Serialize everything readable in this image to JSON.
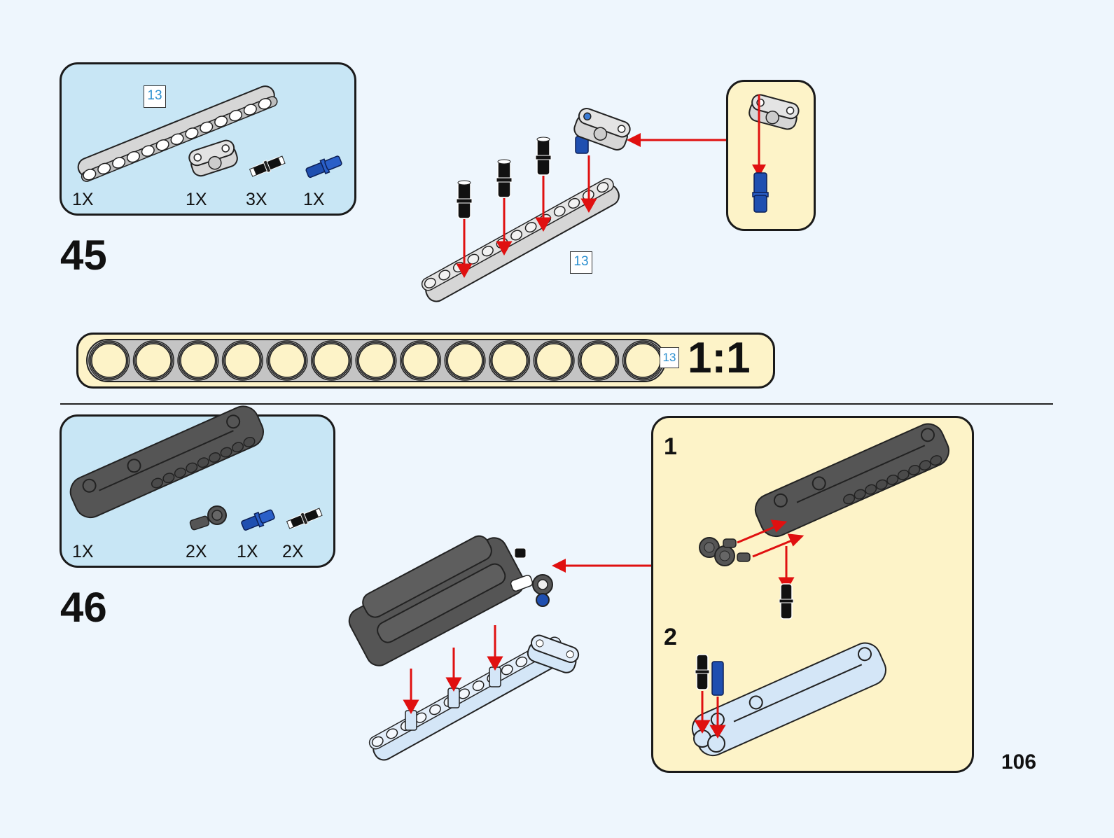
{
  "page": {
    "number": "106",
    "background": "#eef6fd"
  },
  "colors": {
    "parts_box": "#c8e6f5",
    "callout": "#fdf3c8",
    "arrow": "#e01010",
    "light_gray_part": "#d9d9d9",
    "dark_gray_part": "#555555",
    "blue_part": "#1f4fb0",
    "highlight_part": "#d4e6f7",
    "length_tag_text": "#2a8fd0"
  },
  "step45": {
    "number": "45",
    "parts": [
      {
        "name": "beam-13",
        "length_tag": "13",
        "qty": "1X"
      },
      {
        "name": "cross-block-3",
        "qty": "1X"
      },
      {
        "name": "friction-pin-black",
        "qty": "3X"
      },
      {
        "name": "axle-pin-blue",
        "qty": "1X"
      }
    ],
    "assembly_length_tag": "13"
  },
  "ruler": {
    "holes": 13,
    "length_tag": "13",
    "scale_label": "1:1"
  },
  "step46": {
    "number": "46",
    "parts": [
      {
        "name": "panel-dark-gray",
        "qty": "1X"
      },
      {
        "name": "axle-connector-dark-gray",
        "qty": "2X"
      },
      {
        "name": "axle-pin-blue",
        "qty": "1X"
      },
      {
        "name": "friction-pin-black",
        "qty": "2X"
      }
    ],
    "substeps": [
      {
        "label": "1"
      },
      {
        "label": "2"
      }
    ]
  }
}
